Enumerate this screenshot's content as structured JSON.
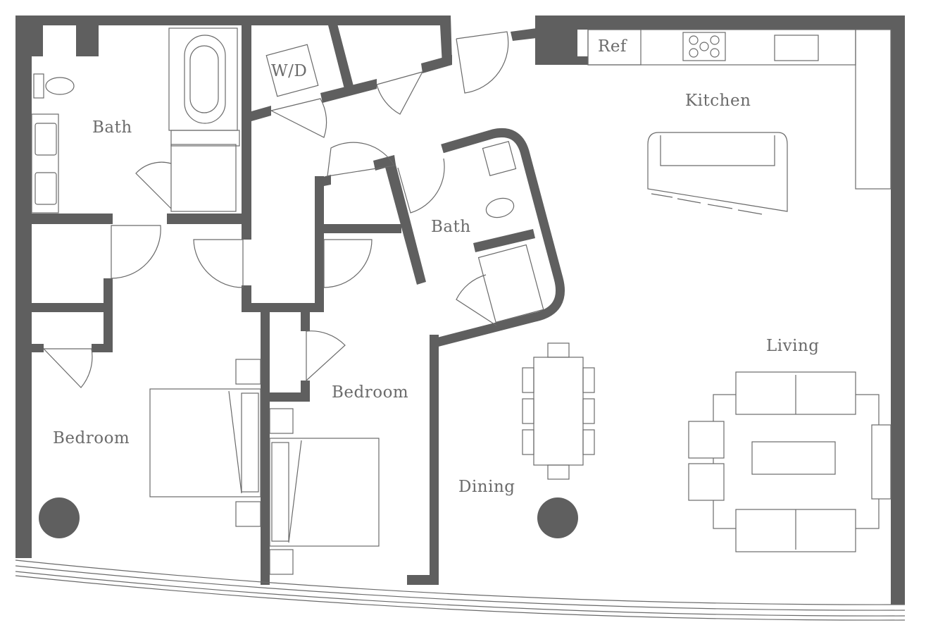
{
  "floorplan": {
    "rooms": {
      "bath_left": "Bath",
      "laundry": "W/D",
      "refrigerator": "Ref",
      "kitchen": "Kitchen",
      "bath_center": "Bath",
      "living": "Living",
      "bedroom_center": "Bedroom",
      "bedroom_left": "Bedroom",
      "dining": "Dining"
    },
    "colors": {
      "wall": "#5f5f5f",
      "line": "#6a6a6a",
      "text": "#6b6b6b",
      "background": "#ffffff"
    }
  }
}
